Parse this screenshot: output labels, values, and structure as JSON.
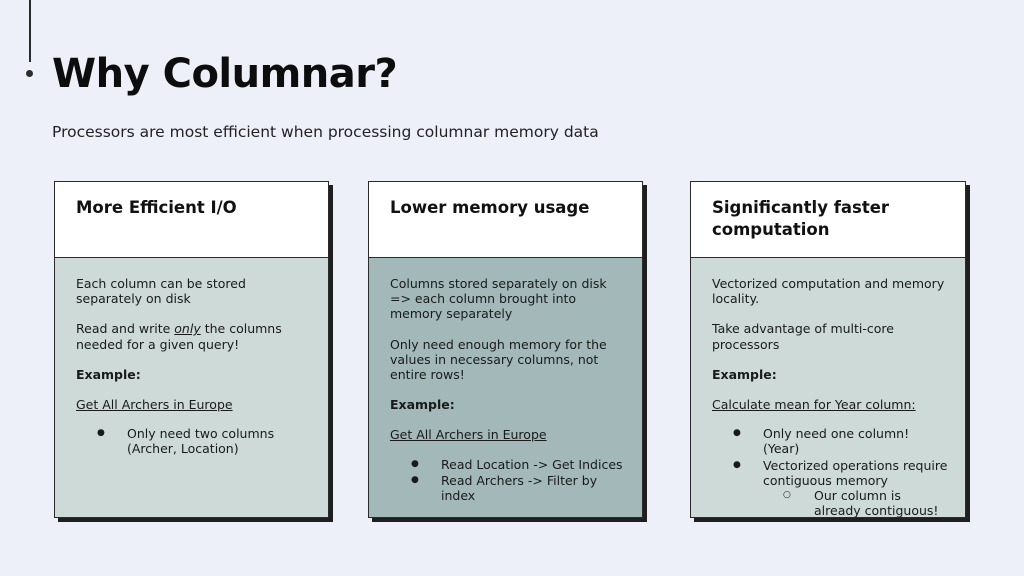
{
  "title": "Why Columnar?",
  "subtitle": "Processors are most efficient when processing columnar memory data",
  "cards": [
    {
      "header": "More Efficient I/O",
      "p1": "Each column can be stored separately on disk",
      "p2_before": "Read and write ",
      "p2_em": "only",
      "p2_after": " the columns needed for a given query!",
      "example_label": "Example:",
      "example_link": "Get All Archers in Europe",
      "bullets": [
        "Only need two columns (Archer, Location)"
      ]
    },
    {
      "header": "Lower memory usage",
      "p1": "Columns stored separately on disk => each column brought into memory separately",
      "p2": "Only need enough memory for the values in necessary columns, not entire rows!",
      "example_label": "Example:",
      "example_link": "Get All Archers in Europe",
      "bullets": [
        "Read Location -> Get Indices",
        "Read Archers -> Filter by index"
      ]
    },
    {
      "header": "Significantly faster computation",
      "p1": "Vectorized computation and memory locality.",
      "p2": "Take advantage of multi-core processors",
      "example_label": "Example:",
      "example_link": "Calculate mean for Year column:",
      "bullets": [
        "Only need one column! (Year)",
        "Vectorized operations require contiguous memory"
      ],
      "sub_bullets": [
        "Our column is already contiguous!"
      ]
    }
  ]
}
